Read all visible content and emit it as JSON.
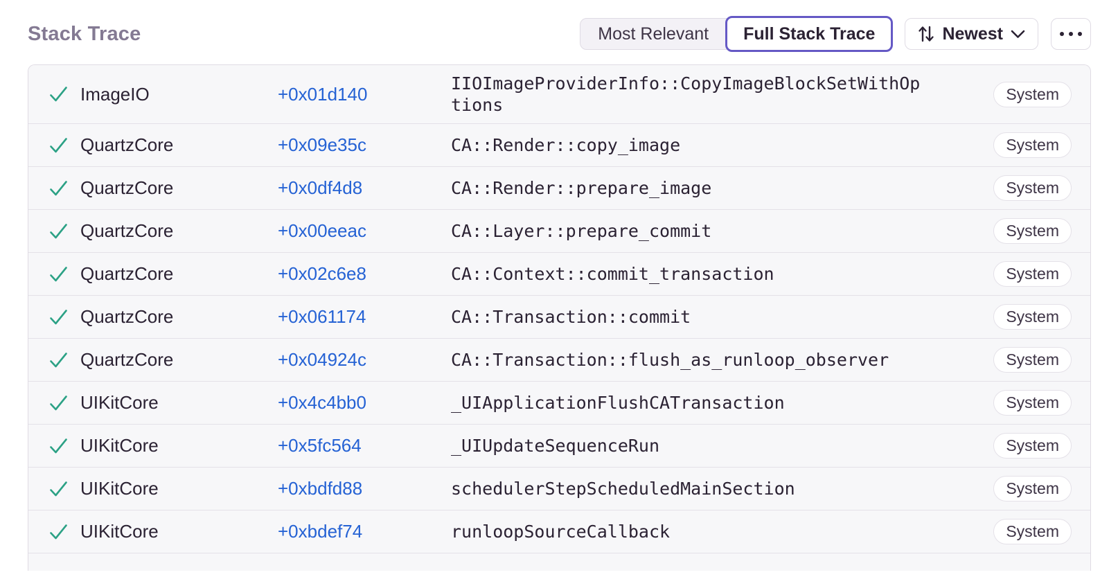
{
  "colors": {
    "accent_purple": "#6559C5",
    "link_blue": "#2562D4",
    "check_green": "#2BA185",
    "heading_gray_purple": "#847A93"
  },
  "header": {
    "title": "Stack Trace",
    "view_toggle": {
      "options": [
        "Most Relevant",
        "Full Stack Trace"
      ],
      "selected": "Full Stack Trace"
    },
    "sort": {
      "label": "Newest"
    }
  },
  "frames": [
    {
      "module": "ImageIO",
      "address": "+0x01d140",
      "function": "IIOImageProviderInfo::CopyImageBlockSetWithOptions",
      "tag": "System"
    },
    {
      "module": "QuartzCore",
      "address": "+0x09e35c",
      "function": "CA::Render::copy_image",
      "tag": "System"
    },
    {
      "module": "QuartzCore",
      "address": "+0x0df4d8",
      "function": "CA::Render::prepare_image",
      "tag": "System"
    },
    {
      "module": "QuartzCore",
      "address": "+0x00eeac",
      "function": "CA::Layer::prepare_commit",
      "tag": "System"
    },
    {
      "module": "QuartzCore",
      "address": "+0x02c6e8",
      "function": "CA::Context::commit_transaction",
      "tag": "System"
    },
    {
      "module": "QuartzCore",
      "address": "+0x061174",
      "function": "CA::Transaction::commit",
      "tag": "System"
    },
    {
      "module": "QuartzCore",
      "address": "+0x04924c",
      "function": "CA::Transaction::flush_as_runloop_observer",
      "tag": "System"
    },
    {
      "module": "UIKitCore",
      "address": "+0x4c4bb0",
      "function": "_UIApplicationFlushCATransaction",
      "tag": "System"
    },
    {
      "module": "UIKitCore",
      "address": "+0x5fc564",
      "function": "_UIUpdateSequenceRun",
      "tag": "System"
    },
    {
      "module": "UIKitCore",
      "address": "+0xbdfd88",
      "function": "schedulerStepScheduledMainSection",
      "tag": "System"
    },
    {
      "module": "UIKitCore",
      "address": "+0xbdef74",
      "function": "runloopSourceCallback",
      "tag": "System"
    }
  ]
}
